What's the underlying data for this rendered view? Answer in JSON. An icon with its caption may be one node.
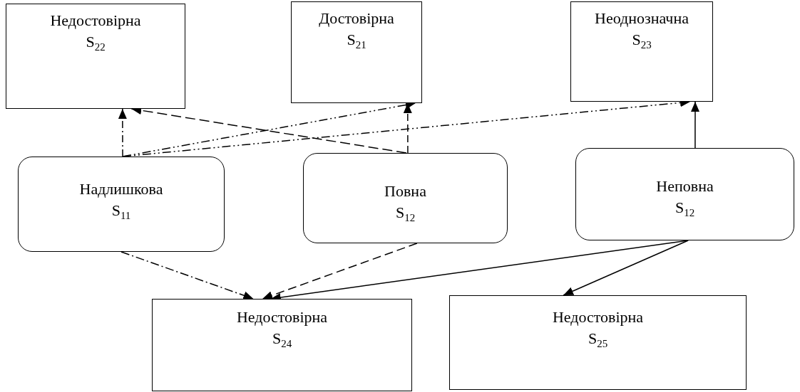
{
  "diagram": {
    "nodes": [
      {
        "text": [
          "Недостовірна",
          "S$_{22}$"
        ]
      },
      {
        "text": [
          "Достовірна",
          "S$_{21}$"
        ]
      },
      {
        "text": [
          "Неоднозначна",
          "S$_{23}$"
        ]
      },
      {
        "text": [
          "Надлишкова",
          "S$_{11}$"
        ]
      },
      {
        "text": [
          "Повна",
          "S$_{12}$"
        ]
      },
      {
        "text": [
          "Неповна",
          "S$_{12}$"
        ]
      },
      {
        "text": [
          "Недостовірна",
          "S$_{24}$"
        ]
      },
      {
        "text": [
          "Недостовірна",
          "S$_{25}$"
        ]
      }
    ],
    "edges": [
      {
        "from": 3,
        "to": 0,
        "arrow": "to",
        "style": "dashed"
      },
      {
        "from": 4,
        "to": 0,
        "arrow": "to",
        "style": "dashed"
      },
      {
        "from": 3,
        "to": 1,
        "arrow": "to",
        "style": "dashed"
      },
      {
        "from": 3,
        "to": 2,
        "arrow": "to",
        "style": "dashed"
      },
      {
        "from": 4,
        "to": 1,
        "arrow": "to",
        "style": "dashed"
      },
      {
        "from": 5,
        "to": 2,
        "arrow": "to"
      },
      {
        "from": 3,
        "to": 6,
        "arrow": "to",
        "style": "dashed"
      },
      {
        "from": 4,
        "to": 6,
        "arrow": "to",
        "style": "dashed"
      },
      {
        "from": 5,
        "to": 6,
        "arrow": "to"
      },
      {
        "from": 5,
        "to": 7,
        "arrow": "to"
      }
    ]
  }
}
